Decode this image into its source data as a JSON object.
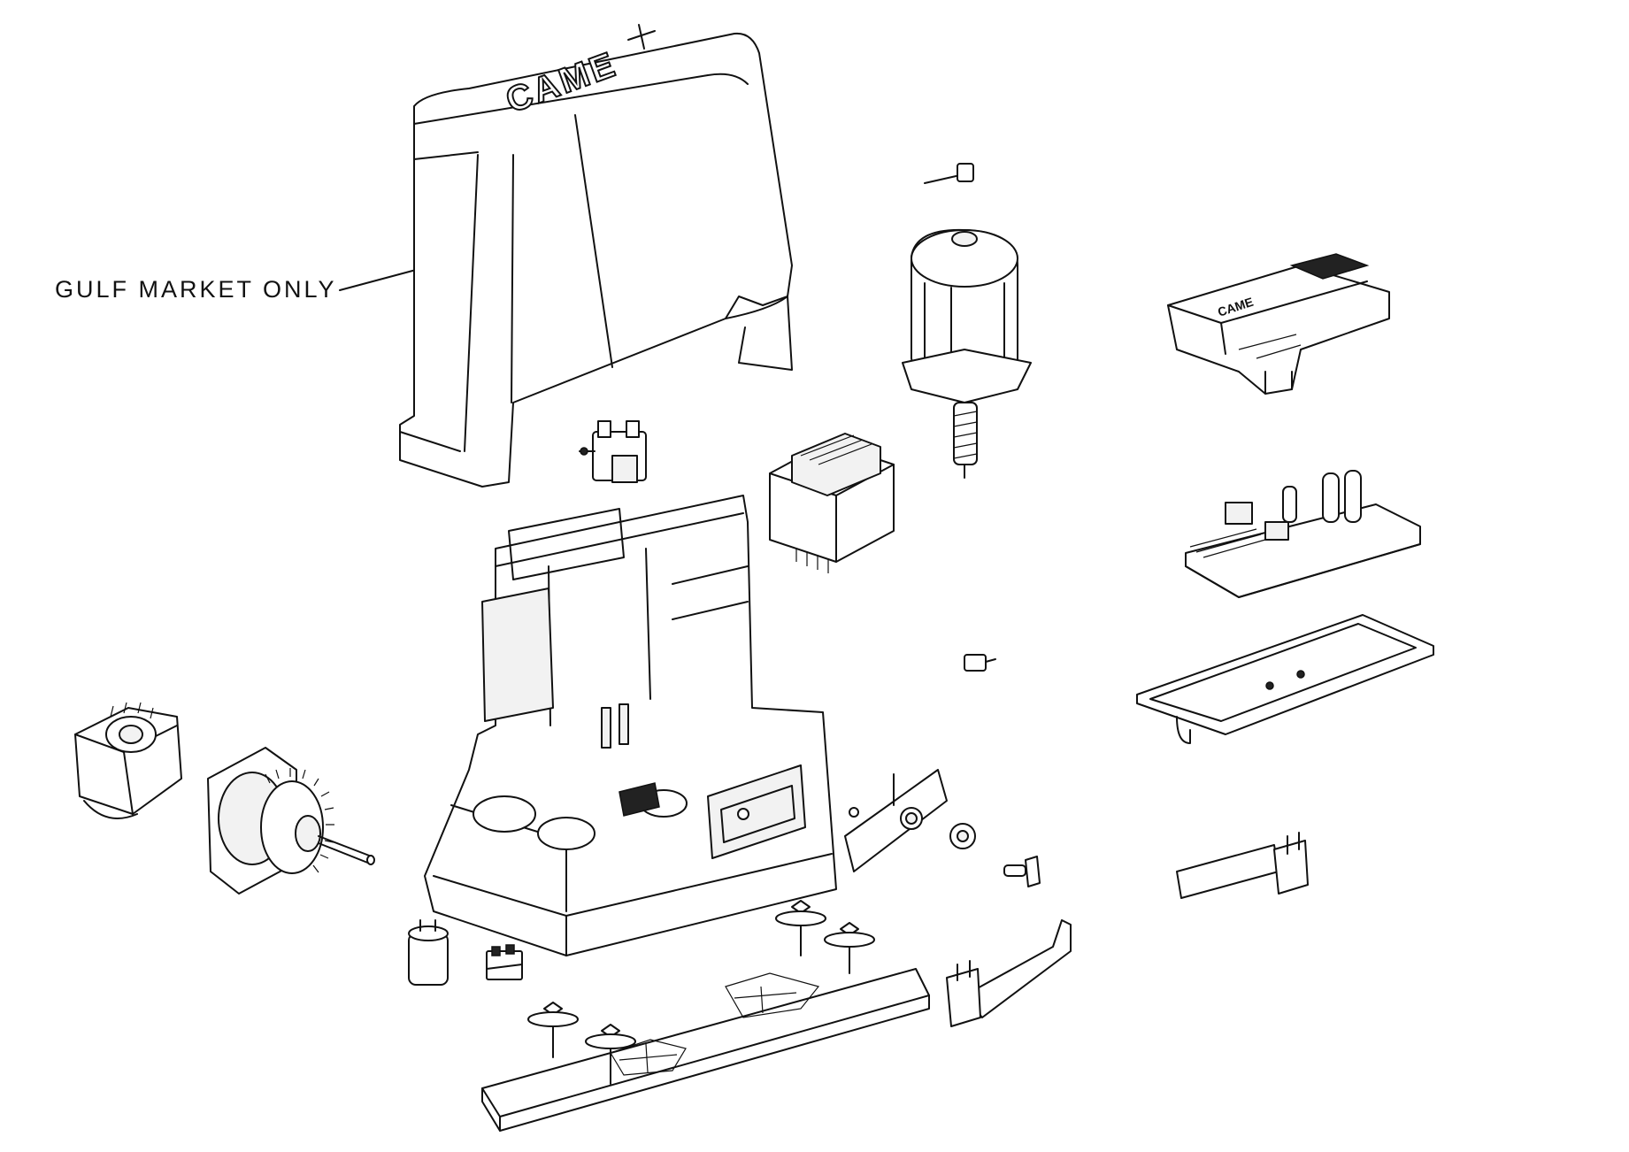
{
  "diagram": {
    "callout_label": "GULF MARKET ONLY",
    "cover_logo_text": "CAME",
    "board_cover_logo_text": "CAME",
    "line_color": "#111111",
    "background_color": "#ffffff"
  }
}
